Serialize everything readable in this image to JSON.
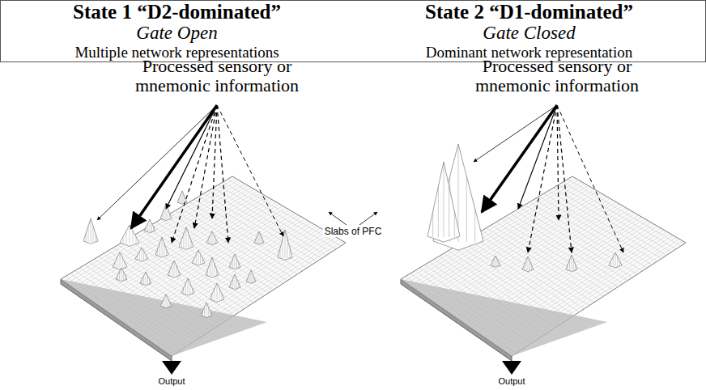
{
  "diagram": {
    "nodes": [
      {
        "text": [
          "State 1 “D2-dominated”",
          "Gate Open",
          "Multiple network representations",
          "State 2 “D1-dominated”",
          "Gate Closed",
          "Dominant network representation"
        ]
      }
    ],
    "labels": [
      "Processed sensory or mnemonic information",
      "Processed sensory or mnemonic information",
      "Slabs of PFC",
      "Output",
      "Output"
    ]
  }
}
